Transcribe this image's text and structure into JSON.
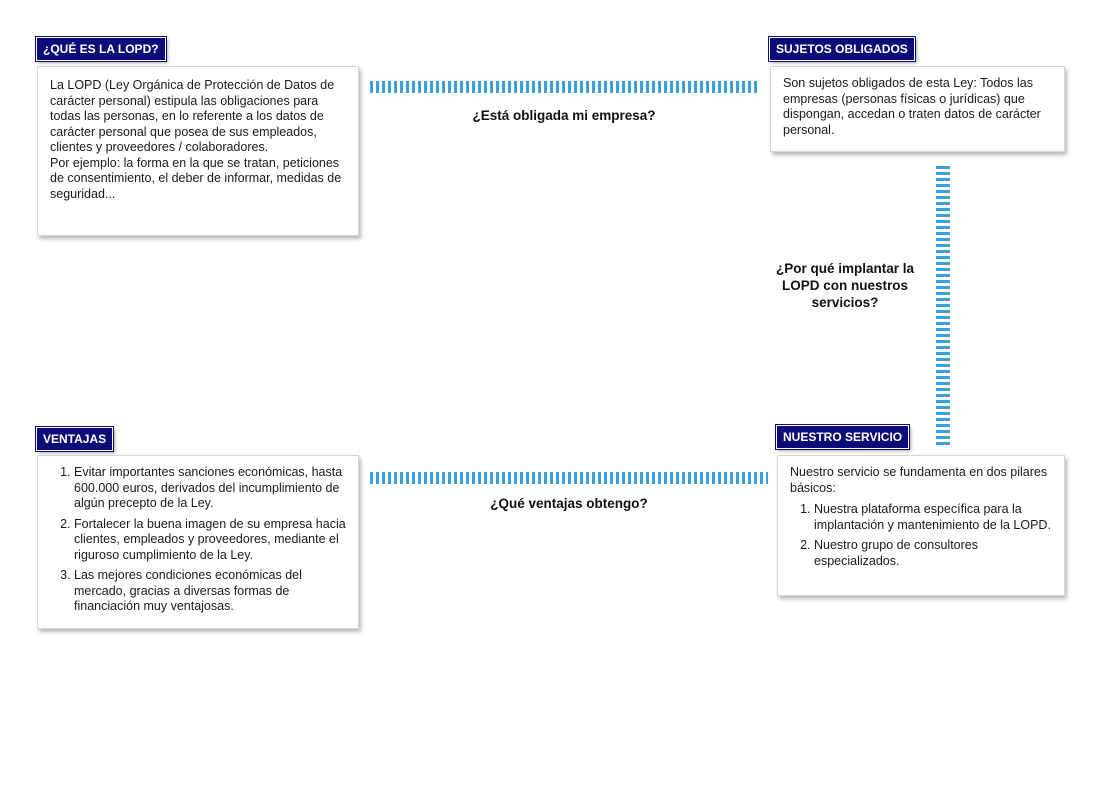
{
  "lopd": {
    "title": "¿QUÉ ES LA LOPD?",
    "text1": "La LOPD (Ley Orgánica de Protección de Datos de carácter personal) estipula las obligaciones para todas las personas, en lo referente a los datos de carácter personal que posea de sus empleados, clientes y proveedores / colaboradores.",
    "text2": "Por ejemplo: la forma en la que se tratan, peticiones de consentimiento, el deber de informar, medidas de seguridad..."
  },
  "sujetos": {
    "title": "SUJETOS OBLIGADOS",
    "text": "Son sujetos obligados de esta Ley: Todos las empresas (personas físicas o jurídicas) que dispongan, accedan o traten datos de carácter personal."
  },
  "ventajas": {
    "title": "VENTAJAS",
    "items": [
      "Evitar importantes sanciones económicas, hasta 600.000 euros, derivados del incumplimiento de algún precepto de la Ley.",
      "Fortalecer la buena imagen de su empresa hacia clientes, empleados y proveedores, mediante el riguroso cumplimiento de la Ley.",
      "Las mejores condiciones económicas del mercado, gracias a diversas formas de financiación muy ventajosas."
    ]
  },
  "servicio": {
    "title": "NUESTRO SERVICIO",
    "intro": "Nuestro servicio se fundamenta en dos pilares básicos:",
    "items": [
      "Nuestra plataforma específica para la implantación y mantenimiento de la LOPD.",
      "Nuestro grupo de consultores especializados."
    ]
  },
  "questions": {
    "q1": "¿Está obligada mi empresa?",
    "q2": "¿Por qué implantar la LOPD con nuestros servicios?",
    "q3": "¿Qué ventajas obtengo?"
  }
}
